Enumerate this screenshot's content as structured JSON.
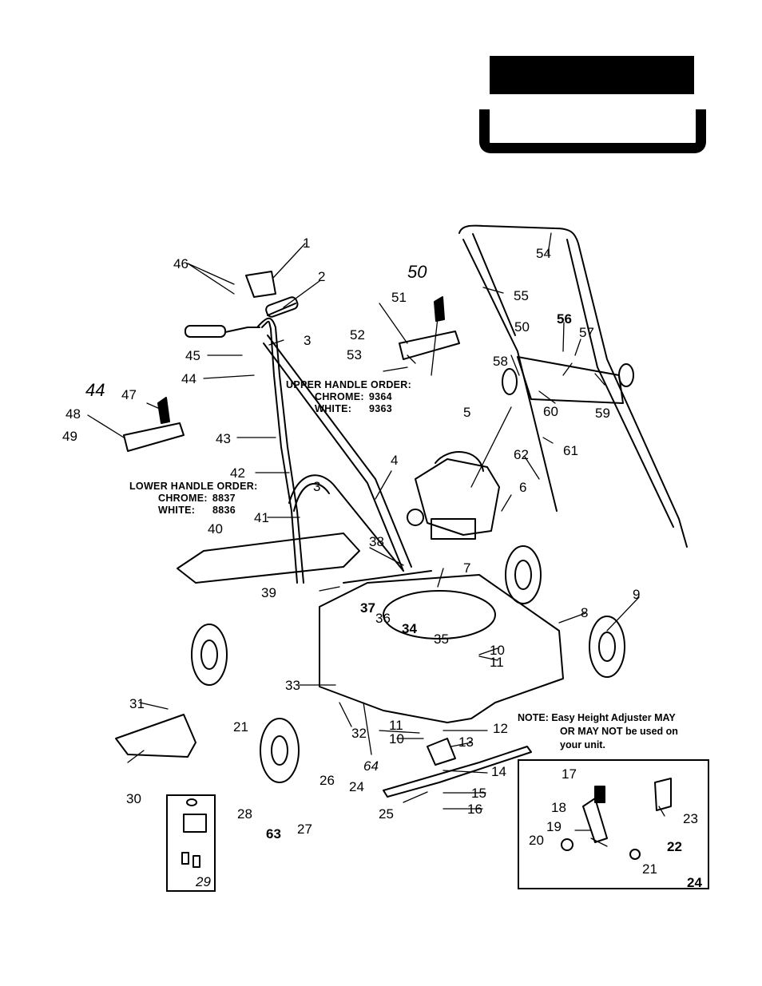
{
  "labels": {
    "p1": "1",
    "p2": "2",
    "p3a": "3",
    "p3b": "3",
    "p4": "4",
    "p5": "5",
    "p6": "6",
    "p7": "7",
    "p8": "8",
    "p9": "9",
    "p10a": "10",
    "p10b": "10",
    "p11a": "11",
    "p11b": "11",
    "p12": "12",
    "p13": "13",
    "p14": "14",
    "p15": "15",
    "p16": "16",
    "p17": "17",
    "p18": "18",
    "p19": "19",
    "p20": "20",
    "p21a": "21",
    "p21b": "21",
    "p22": "22",
    "p23": "23",
    "p24a": "24",
    "p24b": "24",
    "p25": "25",
    "p26": "26",
    "p27": "27",
    "p28": "28",
    "p29": "29",
    "p30": "30",
    "p31": "31",
    "p32": "32",
    "p33": "33",
    "p34": "34",
    "p35": "35",
    "p36": "36",
    "p37": "37",
    "p38": "38",
    "p39": "39",
    "p40": "40",
    "p41": "41",
    "p42": "42",
    "p43": "43",
    "p44": "44",
    "p44b": "44",
    "p45": "45",
    "p46": "46",
    "p47": "47",
    "p48": "48",
    "p49": "49",
    "p50": "50",
    "p50b": "50",
    "p51": "51",
    "p52": "52",
    "p53": "53",
    "p54": "54",
    "p55": "55",
    "p56": "56",
    "p57": "57",
    "p58": "58",
    "p59": "59",
    "p60": "60",
    "p61": "61",
    "p62": "62",
    "p63": "63",
    "p64": "64"
  },
  "upper_order": {
    "title": "UPPER HANDLE ORDER:",
    "chrome_k": "CHROME:",
    "chrome_v": "9364",
    "white_k": "WHITE:",
    "white_v": "9363"
  },
  "lower_order": {
    "title": "LOWER HANDLE ORDER:",
    "chrome_k": "CHROME:",
    "chrome_v": "8837",
    "white_k": "WHITE:",
    "white_v": "8836"
  },
  "note": {
    "line1": "NOTE:  Easy Height Adjuster MAY",
    "line2": "OR MAY NOT be used on",
    "line3": "your unit."
  }
}
